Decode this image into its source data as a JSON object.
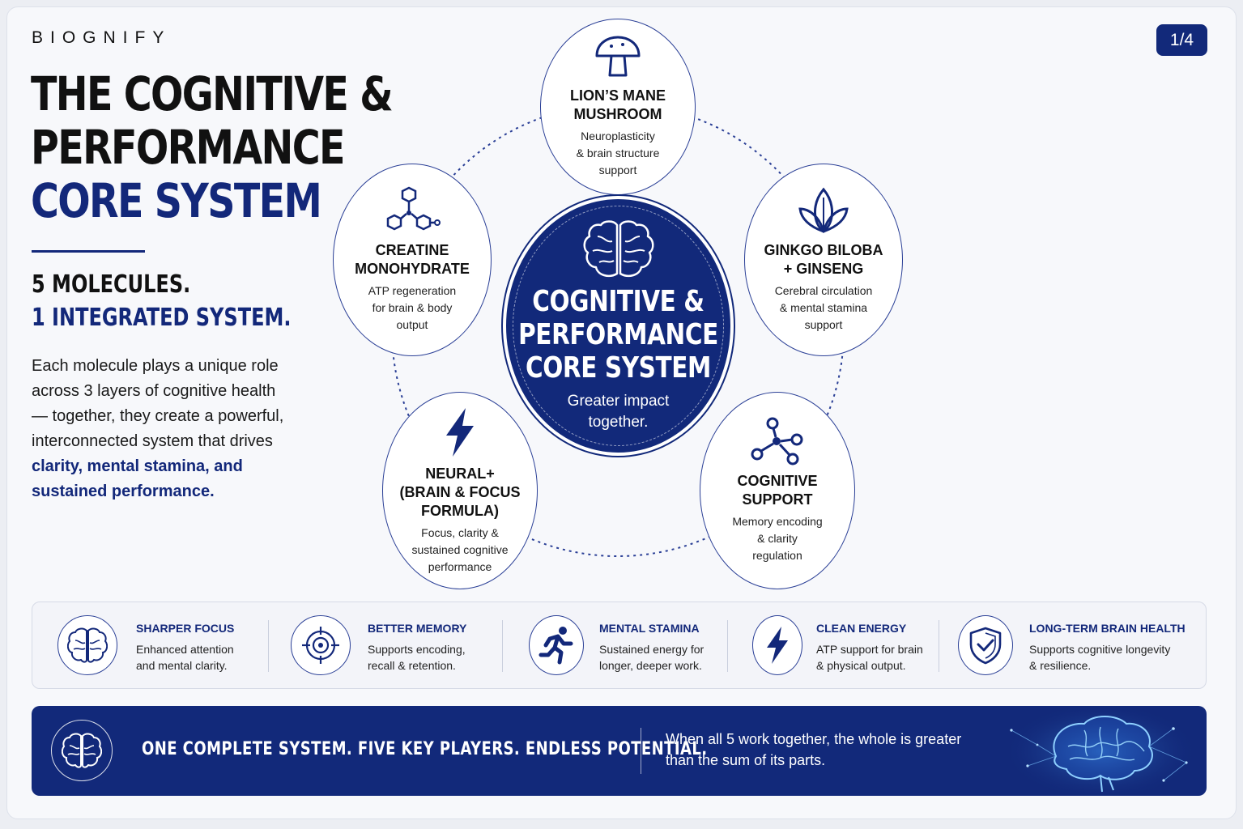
{
  "brand": "BIOGNIFY",
  "page_indicator": "1/4",
  "hero": {
    "title_line1": "THE COGNITIVE &",
    "title_line2": "PERFORMANCE",
    "title_line3": "CORE SYSTEM",
    "subhead_line1": "5 MOLECULES.",
    "subhead_line2": "1 INTEGRATED SYSTEM.",
    "intro_plain": "Each molecule plays a unique role across 3 layers of cognitive health — together, they create a powerful, interconnected system that drives ",
    "intro_highlight": "clarity, mental stamina, and sustained performance."
  },
  "core": {
    "title_line1": "COGNITIVE &",
    "title_line2": "PERFORMANCE",
    "title_line3": "CORE SYSTEM",
    "subtitle_line1": "Greater impact",
    "subtitle_line2": "together.",
    "icon": "brain-icon"
  },
  "molecules": [
    {
      "icon": "mushroom-icon",
      "title_line1": "LION’S MANE",
      "title_line2": "MUSHROOM",
      "title_line3": "",
      "desc_line1": "Neuroplasticity",
      "desc_line2": "& brain structure",
      "desc_line3": "support"
    },
    {
      "icon": "leaf-icon",
      "title_line1": "GINKGO BILOBA",
      "title_line2": "+ GINSENG",
      "title_line3": "",
      "desc_line1": "Cerebral circulation",
      "desc_line2": "& mental stamina",
      "desc_line3": "support"
    },
    {
      "icon": "molecule-icon",
      "title_line1": "COGNITIVE",
      "title_line2": "SUPPORT",
      "title_line3": "",
      "desc_line1": "Memory encoding",
      "desc_line2": "& clarity",
      "desc_line3": "regulation"
    },
    {
      "icon": "lightning-icon",
      "title_line1": "NEURAL+",
      "title_line2": "(BRAIN & FOCUS",
      "title_line3": "FORMULA)",
      "desc_line1": "Focus, clarity &",
      "desc_line2": "sustained cognitive",
      "desc_line3": "performance"
    },
    {
      "icon": "hexagon-molecule-icon",
      "title_line1": "CREATINE",
      "title_line2": "MONOHYDRATE",
      "title_line3": "",
      "desc_line1": "ATP regeneration",
      "desc_line2": "for brain & body",
      "desc_line3": "output"
    }
  ],
  "benefits": [
    {
      "icon": "brain-icon",
      "title": "SHARPER FOCUS",
      "desc_line1": "Enhanced attention",
      "desc_line2": "and mental clarity."
    },
    {
      "icon": "target-icon",
      "title": "BETTER MEMORY",
      "desc_line1": "Supports encoding,",
      "desc_line2": "recall & retention."
    },
    {
      "icon": "runner-icon",
      "title": "MENTAL STAMINA",
      "desc_line1": "Sustained energy for",
      "desc_line2": "longer, deeper work."
    },
    {
      "icon": "lightning-icon",
      "title": "CLEAN ENERGY",
      "desc_line1": "ATP support for brain",
      "desc_line2": "& physical output."
    },
    {
      "icon": "shield-check-icon",
      "title": "LONG-TERM BRAIN HEALTH",
      "desc_line1": "Supports cognitive longevity",
      "desc_line2": "& resilience."
    }
  ],
  "banner": {
    "title": "ONE COMPLETE SYSTEM. FIVE KEY PLAYERS. ENDLESS POTENTIAL.",
    "text_line1": "When all 5 work together, the whole is greater",
    "text_line2": "than the sum of its parts."
  },
  "colors": {
    "navy": "#12297a",
    "outline": "#2a3f96",
    "background": "#f7f8fb"
  }
}
